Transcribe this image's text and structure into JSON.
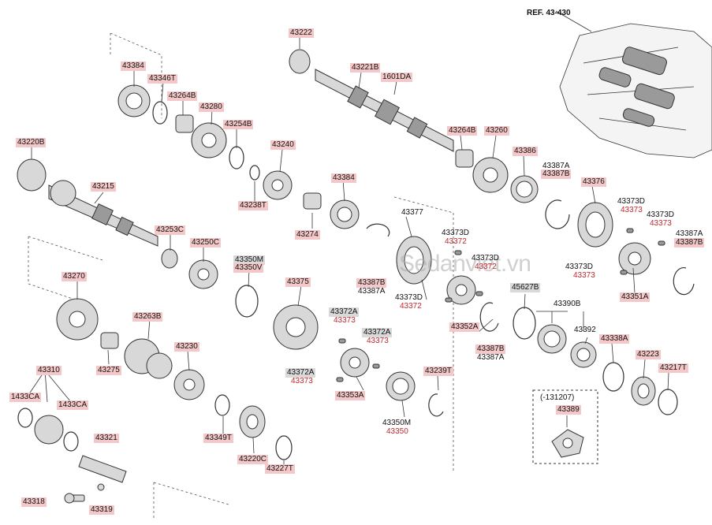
{
  "reference": "REF. 43-430",
  "watermark": "Sedanviet.vn",
  "variant_note": "(-131207)",
  "labels": {
    "p43384a": "43384",
    "p43346T": "43346T",
    "p43264Ba": "43264B",
    "p43280": "43280",
    "p43254B": "43254B",
    "p43220B": "43220B",
    "p43240": "43240",
    "p43238T": "43238T",
    "p43215": "43215",
    "p43274": "43274",
    "p43384b": "43384",
    "p43253C": "43253C",
    "p43250C": "43250C",
    "p43350Ma": "43350M",
    "p43350Va": "43350V",
    "p43270": "43270",
    "p43375": "43375",
    "p43263B": "43263B",
    "p43275": "43275",
    "p43230": "43230",
    "p43310": "43310",
    "p1433CAa": "1433CA",
    "p1433CAb": "1433CA",
    "p43321": "43321",
    "p43349T": "43349T",
    "p43220C": "43220C",
    "p43227T": "43227T",
    "p43318": "43318",
    "p43319": "43319",
    "p43222": "43222",
    "p43221B": "43221B",
    "p1601DA": "1601DA",
    "p43264Bb": "43264B",
    "p43260": "43260",
    "p43386": "43386",
    "p43387Aa": "43387A",
    "p43387Ba": "43387B",
    "p43376": "43376",
    "p43373Da": "43373D",
    "p43373a": "43373",
    "p43373Db": "43373D",
    "p43373b": "43373",
    "p43387Ab": "43387A",
    "p43387Bb": "43387B",
    "p43373Dc": "43373D",
    "p43373c": "43373",
    "p43351A": "43351A",
    "p43377": "43377",
    "p43373Dd": "43373D",
    "p43372a": "43372",
    "p43373De": "43373D",
    "p43372b": "43372",
    "p43387Bc": "43387B",
    "p43387Ac": "43387A",
    "p43373Df": "43373D",
    "p43372c": "43372",
    "p43352A": "43352A",
    "p45627B": "45627B",
    "p43390B": "43390B",
    "p43392": "43392",
    "p43387Bd": "43387B",
    "p43387Ad": "43387A",
    "p43338A": "43338A",
    "p43223": "43223",
    "p43217T": "43217T",
    "p43372Aa": "43372A",
    "p43373d": "43373",
    "p43372Ab": "43372A",
    "p43373e": "43373",
    "p43372Ac": "43372A",
    "p43373f": "43373",
    "p43353A": "43353A",
    "p43239T": "43239T",
    "p43350Mb": "43350M",
    "p43350b": "43350",
    "p43389": "43389"
  }
}
